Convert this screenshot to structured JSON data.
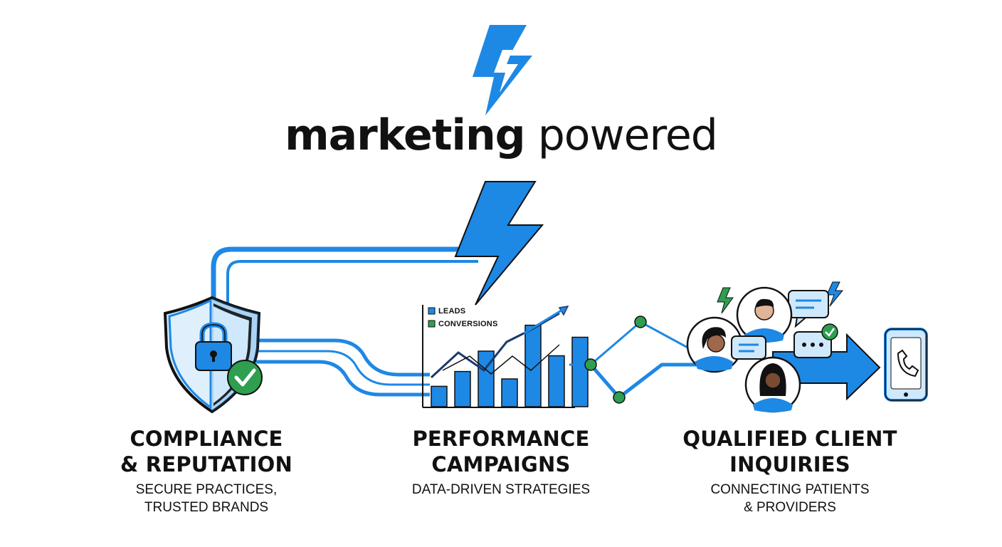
{
  "brand": {
    "bold": "marketing",
    "regular": "powered"
  },
  "columns": [
    {
      "title_line1": "COMPLIANCE",
      "title_line2": "& REPUTATION",
      "sub_line1": "SECURE PRACTICES,",
      "sub_line2": "TRUSTED BRANDS",
      "icon": "shield-lock-icon"
    },
    {
      "title_line1": "PERFORMANCE",
      "title_line2": "CAMPAIGNS",
      "sub_line1": "DATA-DRIVEN STRATEGIES",
      "sub_line2": "",
      "icon": "bar-chart-icon"
    },
    {
      "title_line1": "QUALIFIED CLIENT",
      "title_line2": "INQUIRIES",
      "sub_line1": "CONNECTING PATIENTS",
      "sub_line2": "& PROVIDERS",
      "icon": "people-chat-icon"
    }
  ],
  "chart": {
    "legend": [
      "LEADS",
      "CONVERSIONS"
    ],
    "bar_values": [
      0.22,
      0.38,
      0.6,
      0.3,
      0.88,
      0.55,
      0.75
    ]
  },
  "colors": {
    "blue": "#1e88e5",
    "light_blue": "#cfe8fb",
    "green": "#2e9e4f",
    "dark": "#111111"
  }
}
